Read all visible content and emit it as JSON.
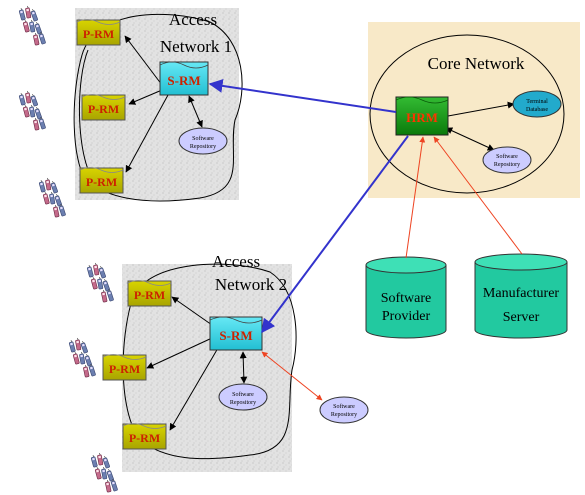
{
  "access_network_1": {
    "title_line1": "Access",
    "title_line2": "Network 1"
  },
  "access_network_2": {
    "title_line1": "Access",
    "title_line2": "Network 2"
  },
  "core_network": {
    "title": "Core Network"
  },
  "nodes": {
    "hrm": "HRM",
    "srm1": "S-RM",
    "srm2": "S-RM",
    "prm": "P-RM",
    "terminal_database": {
      "line1": "Terminal",
      "line2": "Database"
    },
    "software_repository": {
      "line1": "Software",
      "line2": "Repository"
    },
    "software_provider": {
      "line1": "Software",
      "line2": "Provider"
    },
    "manufacturer_server": {
      "line1": "Manufacturer",
      "line2": "Server"
    }
  },
  "colors": {
    "prm_fill": "#c8c400",
    "prm_text": "#cc2200",
    "srm_fill": "#33d6e8",
    "srm_text": "#cc2200",
    "hrm_fill": "#119911",
    "hrm_text": "#ff3300",
    "repository_fill": "#ccccff",
    "cylinder_fill": "#22c9a0",
    "core_bg": "#f8e9c8",
    "access_bg": "#e4e4e4",
    "blue_link": "#3333cc",
    "red_link": "#ee4422"
  }
}
